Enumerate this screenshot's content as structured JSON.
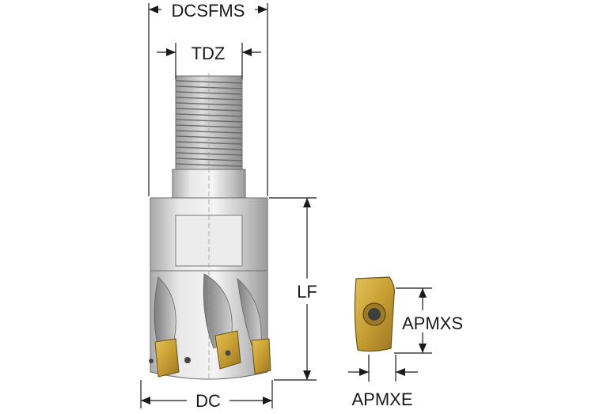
{
  "labels": {
    "dcsfms": "DCSFMS",
    "tdz": "TDZ",
    "lf": "LF",
    "dc": "DC",
    "apmxs": "APMXS",
    "apmxe": "APMXE"
  },
  "colors": {
    "line": "#1a1a1a",
    "steel_light": "#e3e3e3",
    "steel_mid": "#bdbdbd",
    "steel_dark": "#8a8a8a",
    "insert_gold": "#c9a441",
    "insert_gold_dark": "#8c6d1f"
  }
}
